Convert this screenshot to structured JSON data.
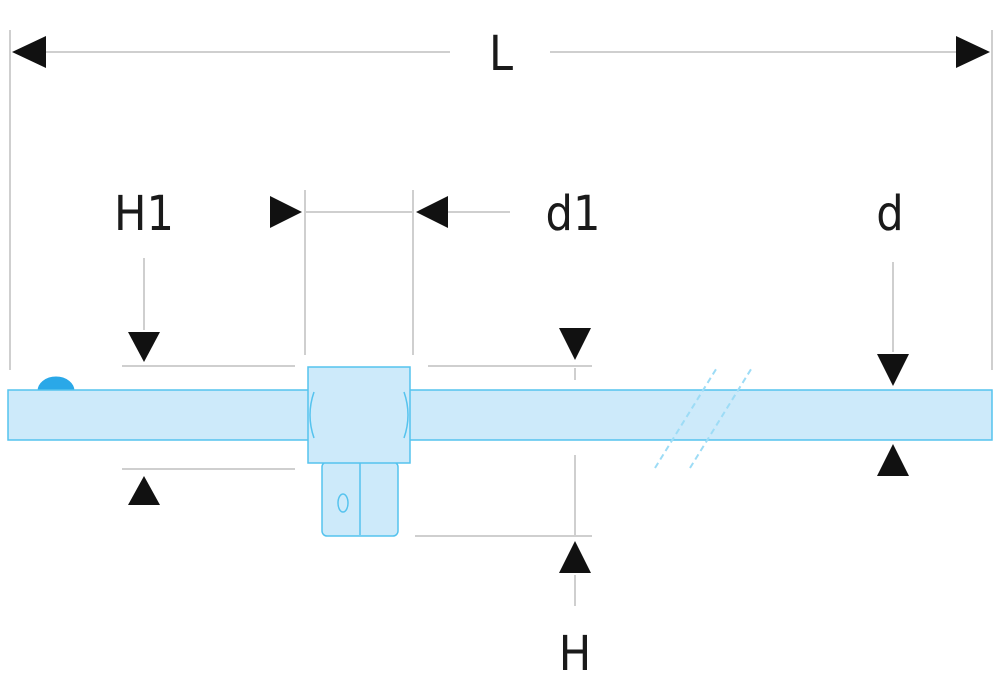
{
  "labels": {
    "L": "L",
    "H1": "H1",
    "d1": "d1",
    "d": "d",
    "H": "H"
  },
  "colors": {
    "part_fill": "#cdeafa",
    "part_outline": "#55c3ee",
    "dimension_lines": "#cfcfcf",
    "arrows": "#111111",
    "ball_detent": "#2aa8e8"
  }
}
